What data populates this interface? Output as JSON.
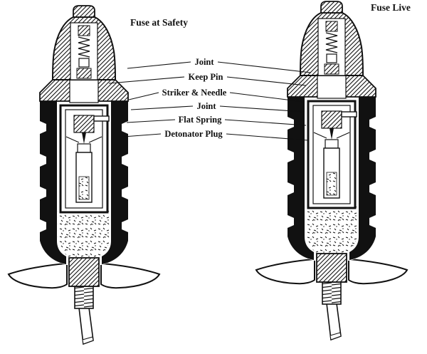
{
  "page": {
    "background_color": "#ffffff",
    "ink_color": "#111111"
  },
  "diagram": {
    "left_figure_title": "Fuse at Safety",
    "right_figure_title": "Fuse Live",
    "labels": [
      {
        "text": "Joint"
      },
      {
        "text": "Keep Pin"
      },
      {
        "text": "Striker & Needle"
      },
      {
        "text": "Joint"
      },
      {
        "text": "Flat Spring"
      },
      {
        "text": "Detonator Plug"
      }
    ]
  }
}
